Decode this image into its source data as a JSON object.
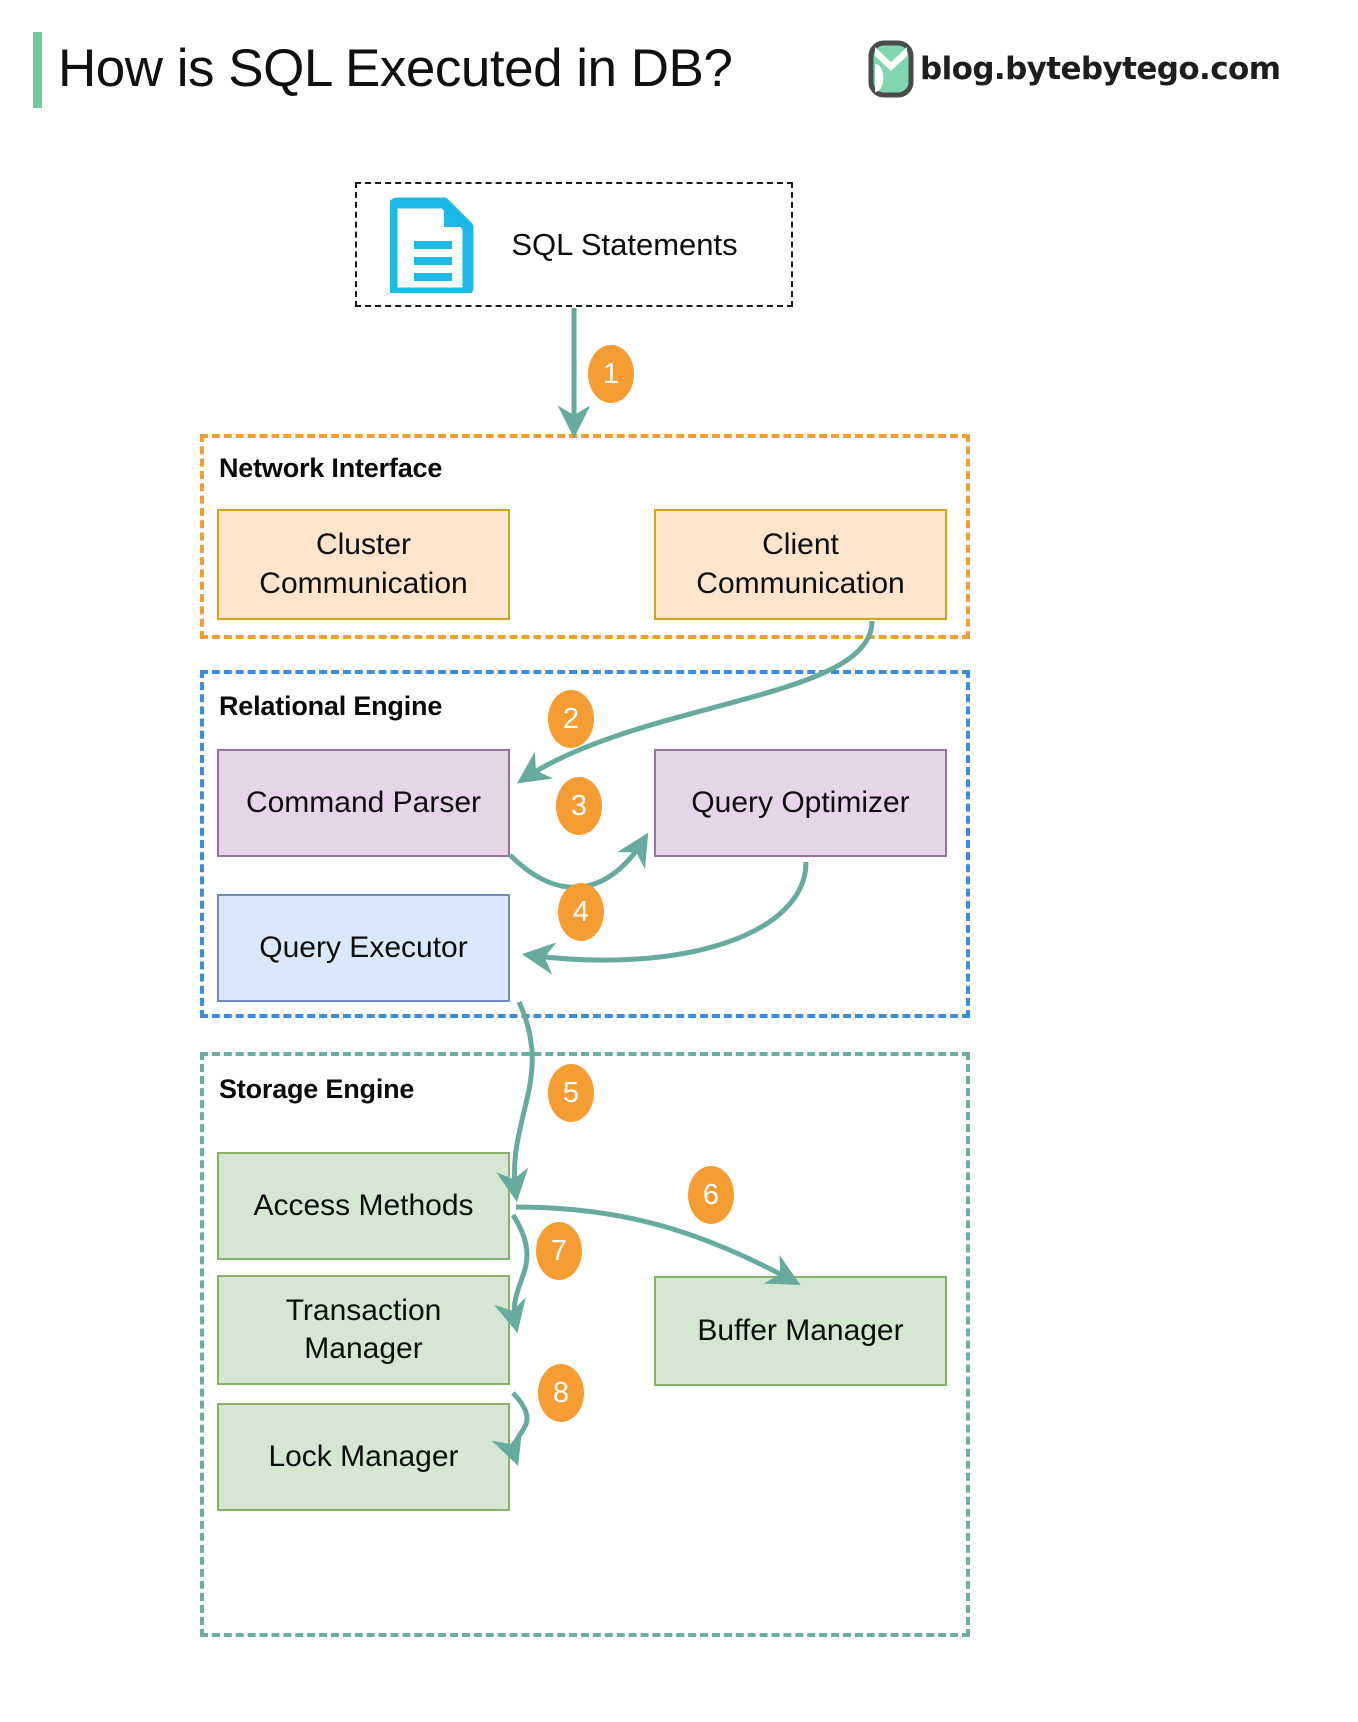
{
  "header": {
    "title": "How is SQL Executed in DB?",
    "brand_text": "blog.bytebytego.com",
    "accent_color": "#6ECBA0"
  },
  "source": {
    "label": "SQL Statements",
    "icon": "document-icon",
    "icon_color": "#1BB8E8"
  },
  "groups": [
    {
      "id": "network",
      "title": "Network Interface",
      "border_color": "#F09E34"
    },
    {
      "id": "relational",
      "title": "Relational Engine",
      "border_color": "#3C8DDE"
    },
    {
      "id": "storage",
      "title": "Storage Engine",
      "border_color": "#6CAFA2"
    }
  ],
  "nodes": {
    "cluster_communication": {
      "label": "Cluster\nCommunication",
      "line1": "Cluster",
      "line2": "Communication",
      "fill": "#FCE4CD",
      "stroke": "#D6A41A"
    },
    "client_communication": {
      "label": "Client\nCommunication",
      "line1": "Client",
      "line2": "Communication",
      "fill": "#FCE4CD",
      "stroke": "#D6A41A"
    },
    "command_parser": {
      "label": "Command Parser",
      "fill": "#E6D5E8",
      "stroke": "#96739F"
    },
    "query_optimizer": {
      "label": "Query Optimizer",
      "fill": "#E6D5E8",
      "stroke": "#96739F"
    },
    "query_executor": {
      "label": "Query Executor",
      "fill": "#DAE8FC",
      "stroke": "#6C8EBF"
    },
    "access_methods": {
      "label": "Access Methods",
      "fill": "#D5E7D3",
      "stroke": "#85B468"
    },
    "transaction_manager": {
      "line1": "Transaction",
      "line2": "Manager",
      "fill": "#D5E7D3",
      "stroke": "#85B468"
    },
    "lock_manager": {
      "label": "Lock Manager",
      "fill": "#D5E7D3",
      "stroke": "#85B468"
    },
    "buffer_manager": {
      "label": "Buffer Manager",
      "fill": "#D5E7D3",
      "stroke": "#85B468"
    }
  },
  "steps": [
    {
      "n": "1",
      "from": "SQL Statements",
      "to": "Network Interface"
    },
    {
      "n": "2",
      "from": "Client Communication",
      "to": "Command Parser"
    },
    {
      "n": "3",
      "from": "Command Parser",
      "to": "Query Optimizer"
    },
    {
      "n": "4",
      "from": "Query Optimizer",
      "to": "Query Executor"
    },
    {
      "n": "5",
      "from": "Query Executor",
      "to": "Access Methods"
    },
    {
      "n": "6",
      "from": "Access Methods",
      "to": "Buffer Manager"
    },
    {
      "n": "7",
      "from": "Access Methods",
      "to": "Transaction Manager"
    },
    {
      "n": "8",
      "from": "Transaction Manager",
      "to": "Lock Manager"
    }
  ],
  "connector_color": "#67AB9F",
  "badge_color": "#F59D33"
}
